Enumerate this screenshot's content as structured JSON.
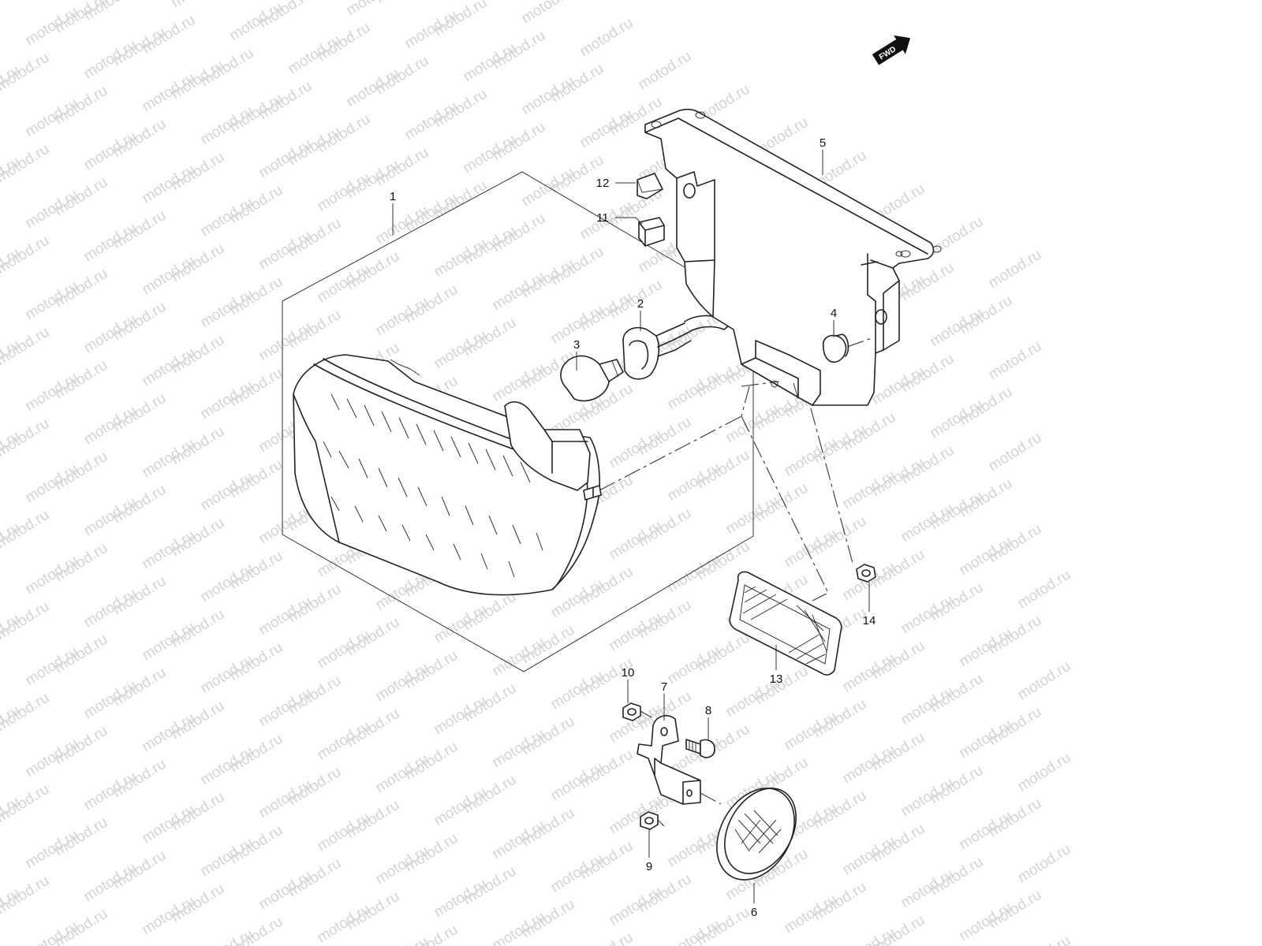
{
  "watermark": "motod.ru",
  "fwd_label": "FWD",
  "callouts": {
    "c1": "1",
    "c2": "2",
    "c3": "3",
    "c4": "4",
    "c5": "5",
    "c6": "6",
    "c7": "7",
    "c8": "8",
    "c9": "9",
    "c10": "10",
    "c11": "11",
    "c12": "12",
    "c13": "13",
    "c14": "14"
  },
  "colors": {
    "line": "#222222",
    "watermark": "#d4d4d4",
    "background": "#ffffff"
  }
}
